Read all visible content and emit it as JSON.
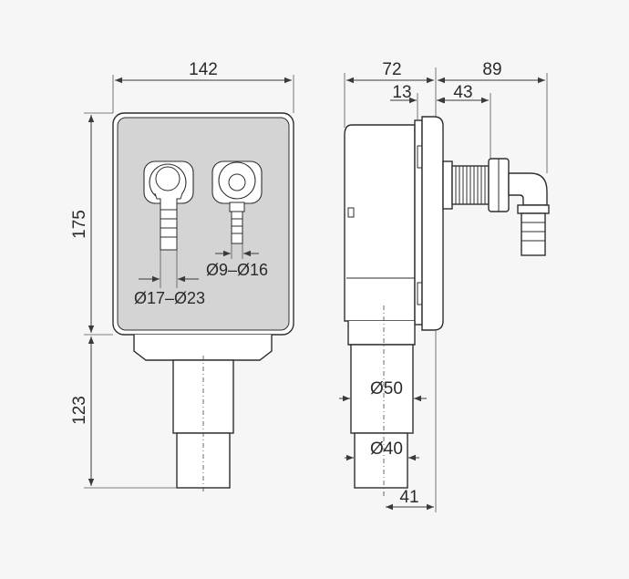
{
  "diagram": {
    "front_view": {
      "width_dim": "142",
      "height_upper_dim": "175",
      "height_lower_dim": "123",
      "left_outlet_dim": "Ø17–Ø23",
      "right_outlet_dim": "Ø9–Ø16"
    },
    "side_view": {
      "depth_dim": "72",
      "projection_dim": "89",
      "offset_dim": "13",
      "spigot_dim": "43",
      "pipe_upper_dim": "Ø50",
      "pipe_lower_dim": "Ø40",
      "bottom_offset_dim": "41"
    },
    "colors": {
      "background": "#f6f6f6",
      "panel_fill": "#d4d4d4",
      "line": "#2e2e2e"
    }
  }
}
